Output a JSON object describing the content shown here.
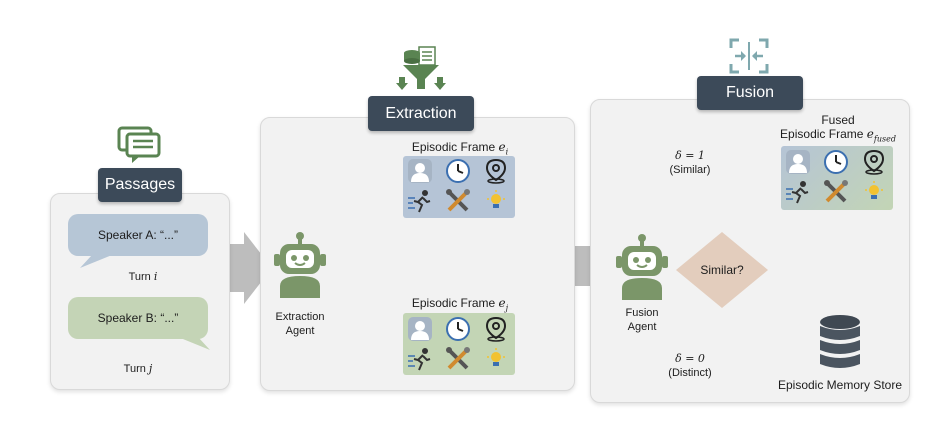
{
  "passages": {
    "title": "Passages",
    "speaker_a": "Speaker A:  “...”",
    "turn_i_prefix": "Turn ",
    "turn_i_var": "i",
    "speaker_b": "Speaker B:  “...”",
    "turn_j_prefix": "Turn ",
    "turn_j_var": "j"
  },
  "extraction": {
    "title": "Extraction",
    "agent_line1": "Extraction",
    "agent_line2": "Agent",
    "frame_i_prefix": "Episodic Frame ",
    "frame_i_var": "e",
    "frame_i_sub": "i",
    "frame_j_prefix": "Episodic Frame ",
    "frame_j_var": "e",
    "frame_j_sub": "j"
  },
  "fusion": {
    "title": "Fusion",
    "agent_line1": "Fusion",
    "agent_line2": "Agent",
    "fused_line1": "Fused",
    "fused_line2_prefix": "Episodic Frame ",
    "fused_var": "e",
    "fused_sub": "fused",
    "decision": "Similar?",
    "delta_similar": "δ = 1",
    "similar_label": "(Similar)",
    "delta_distinct": "δ = 0",
    "distinct_label": "(Distinct)",
    "store_label": "Episodic Memory Store"
  },
  "colors": {
    "header": "#3c4a59",
    "panel": "#f2f2f2",
    "bubble_a": "#b6c6d6",
    "bubble_b": "#c4d4b6",
    "frame_blue": "#b5c4d6",
    "frame_green": "#c3d5b5",
    "arrow_gray": "#bdbdbd",
    "arrow_green": "#b8d1ad",
    "arrow_dark": "#949ca7",
    "arrow_tan": "#d3b8a5",
    "diamond": "#e3cdbd",
    "icon_green": "#5a8452",
    "robot": "#7b9669"
  },
  "icons": [
    "message-icon",
    "funnel-icon",
    "compress-icon",
    "robot-icon",
    "person-icon",
    "clock-icon",
    "location-pin-icon",
    "running-icon",
    "tools-icon",
    "lightbulb-icon",
    "database-icon"
  ]
}
